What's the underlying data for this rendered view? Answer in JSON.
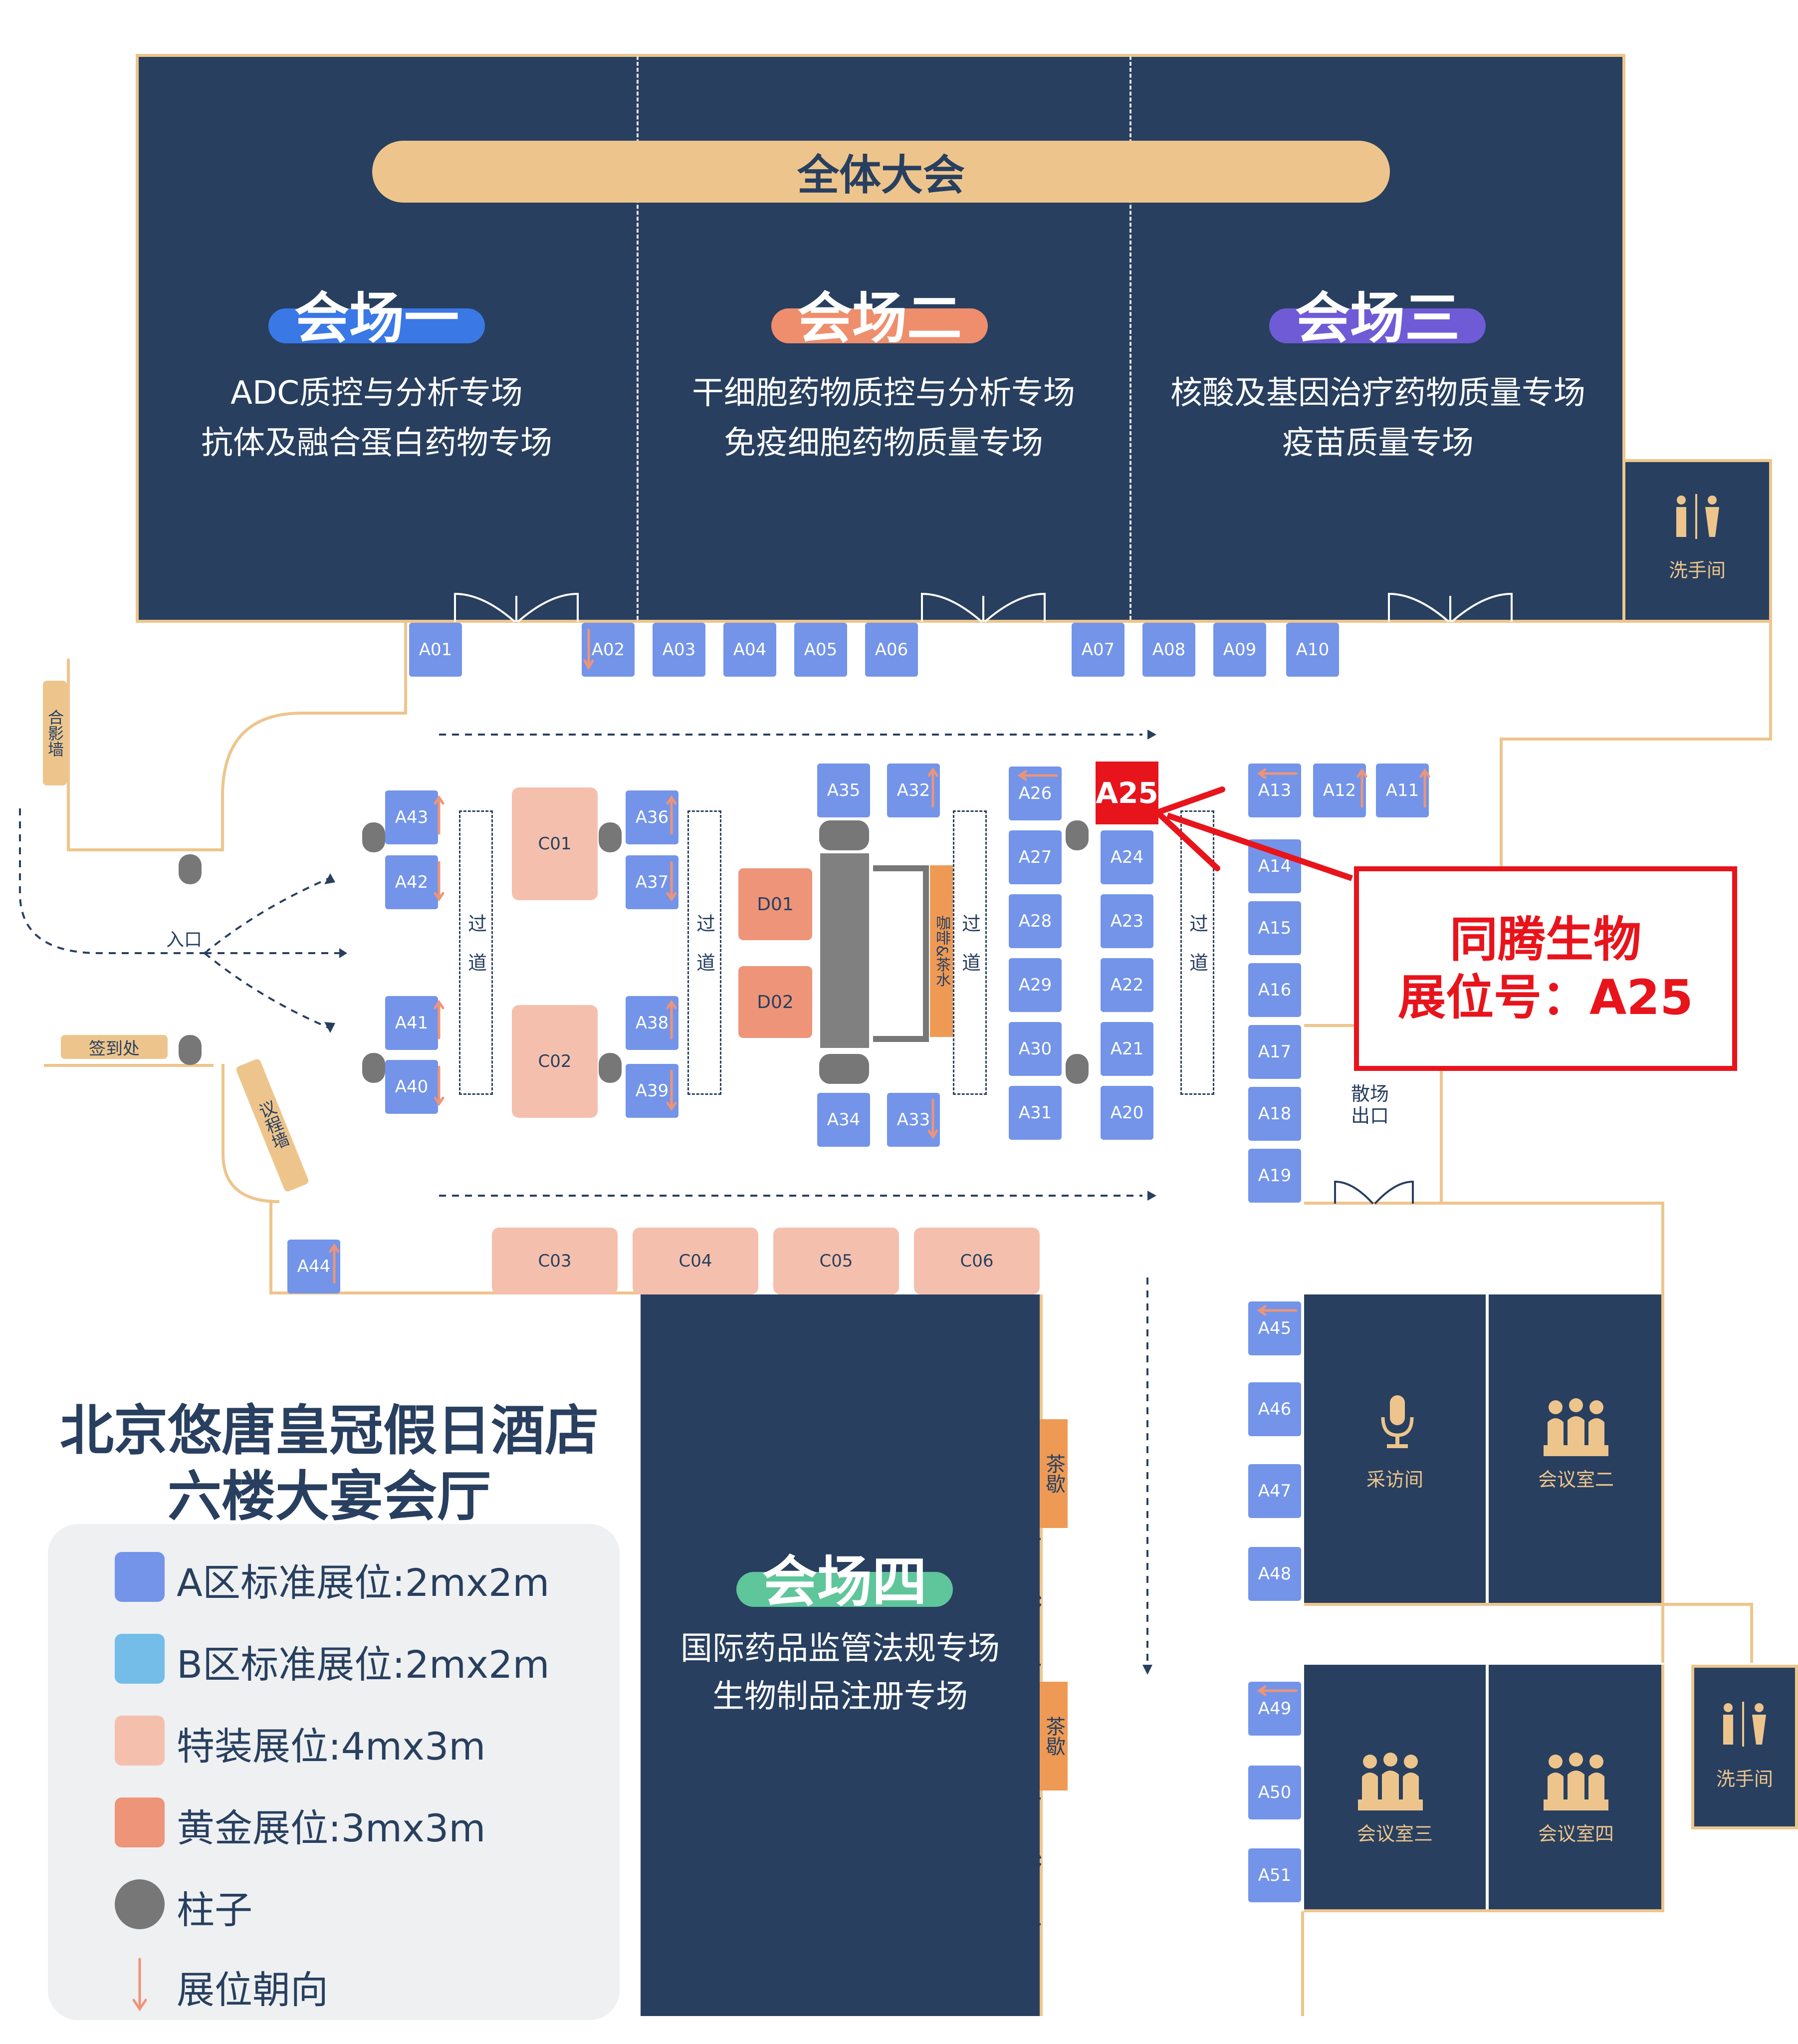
{
  "plenary": "全体大会",
  "halls": [
    {
      "name": "会场一",
      "lines": [
        "ADC质控与分析专场",
        "抗体及融合蛋白药物专场"
      ],
      "pill": "#3a78e6"
    },
    {
      "name": "会场二",
      "lines": [
        "干细胞药物质控与分析专场",
        "免疫细胞药物质量专场"
      ],
      "pill": "#ee8e6d"
    },
    {
      "name": "会场三",
      "lines": [
        "核酸及基因治疗药物质量专场",
        "疫苗质量专场"
      ],
      "pill": "#6f5bd6"
    },
    {
      "name": "会场四",
      "lines": [
        "国际药品监管法规专场",
        "生物制品注册专场"
      ],
      "pill": "#5fc59b"
    }
  ],
  "rooms": {
    "restroom": "洗手间",
    "interview": "采访间",
    "meeting2": "会议室二",
    "meeting3": "会议室三",
    "meeting4": "会议室四",
    "exit": "散场出口",
    "entrance": "入口",
    "photo_wall": "合影墙",
    "signin": "签到处",
    "agenda_wall": "议程墙",
    "tea_break": "茶歇",
    "coffee": "咖啡&茶水",
    "aisle": "过道"
  },
  "booths_a": [
    "A01",
    "A02",
    "A03",
    "A04",
    "A05",
    "A06",
    "A07",
    "A08",
    "A09",
    "A10",
    "A11",
    "A12",
    "A13",
    "A14",
    "A15",
    "A16",
    "A17",
    "A18",
    "A19",
    "A20",
    "A21",
    "A22",
    "A23",
    "A24",
    "A25",
    "A26",
    "A27",
    "A28",
    "A29",
    "A30",
    "A31",
    "A32",
    "A33",
    "A34",
    "A35",
    "A36",
    "A37",
    "A38",
    "A39",
    "A40",
    "A41",
    "A42",
    "A43",
    "A44",
    "A45",
    "A46",
    "A47",
    "A48",
    "A49",
    "A50",
    "A51"
  ],
  "booths_c": [
    "C01",
    "C02",
    "C03",
    "C04",
    "C05",
    "C06"
  ],
  "booths_d": [
    "D01",
    "D02"
  ],
  "highlight": {
    "booth": "A25",
    "company": "同腾生物",
    "label": "展位号：A25"
  },
  "venue": {
    "line1": "北京悠唐皇冠假日酒店",
    "line2": "六楼大宴会厅"
  },
  "legend": [
    {
      "text": "A区标准展位:2mx2m",
      "color": "#7394e8"
    },
    {
      "text": "B区标准展位:2mx2m",
      "color": "#74bde8"
    },
    {
      "text": "特装展位:4mx3m",
      "color": "#f4c0ad"
    },
    {
      "text": "黄金展位:3mx3m",
      "color": "#ee9478"
    },
    {
      "text": "柱子",
      "color": "#777777"
    },
    {
      "text": "展位朝向",
      "color": "#ee9478"
    }
  ],
  "colors": {
    "hall": "#283f5f",
    "gold": "#edc58c",
    "booth_a": "#7394e8",
    "highlight": "#e8141c"
  }
}
